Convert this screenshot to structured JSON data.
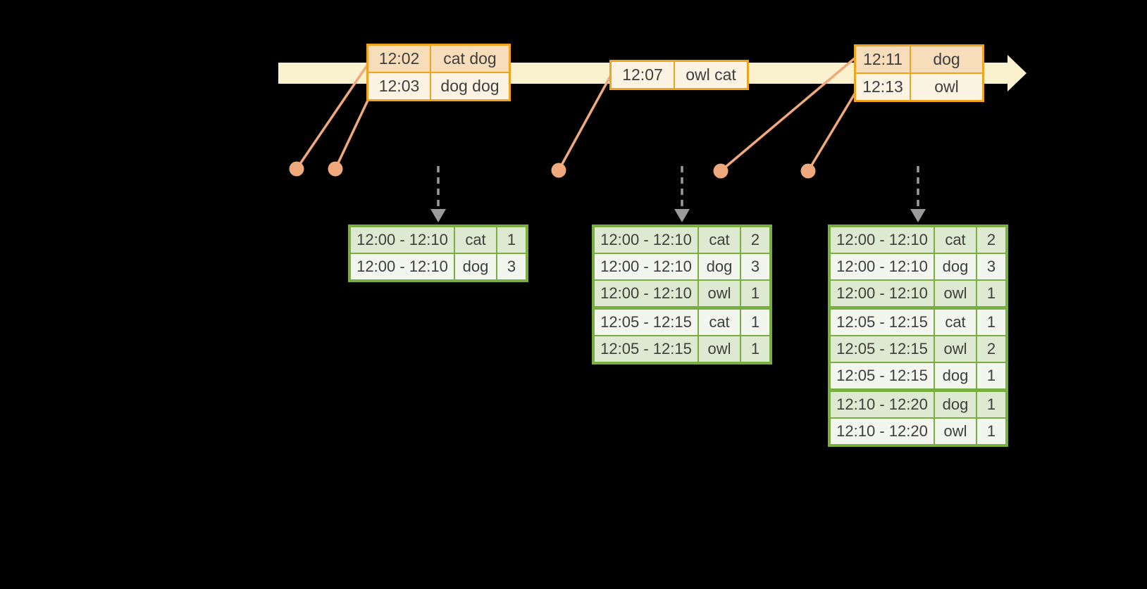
{
  "colors": {
    "background": "#000000",
    "timeline_band": "#FAF2CE",
    "event_table_border": "#F0A41E",
    "event_row_peach": "#F8DDBB",
    "event_row_cream": "#FDF3E3",
    "connector_salmon": "#F0A87D",
    "trigger_arrow_gray": "#9B9B9B",
    "result_table_border": "#79AE41",
    "result_row_sage": "#DEE9D2",
    "result_row_pale": "#F3F6EE",
    "table_text": "#3E3E3E"
  },
  "timeline": {
    "event_groups": [
      {
        "rows": [
          {
            "time": "12:02",
            "words": "cat dog"
          },
          {
            "time": "12:03",
            "words": "dog dog"
          }
        ]
      },
      {
        "rows": [
          {
            "time": "12:07",
            "words": "owl cat"
          }
        ]
      },
      {
        "rows": [
          {
            "time": "12:11",
            "words": "dog"
          },
          {
            "time": "12:13",
            "words": "owl"
          }
        ]
      }
    ]
  },
  "result_tables": [
    {
      "rows": [
        {
          "window": "12:00 - 12:10",
          "word": "cat",
          "count": "1"
        },
        {
          "window": "12:00 - 12:10",
          "word": "dog",
          "count": "3"
        }
      ]
    },
    {
      "rows": [
        {
          "window": "12:00 - 12:10",
          "word": "cat",
          "count": "2"
        },
        {
          "window": "12:00 - 12:10",
          "word": "dog",
          "count": "3"
        },
        {
          "window": "12:00 - 12:10",
          "word": "owl",
          "count": "1"
        },
        {
          "window": "12:05 - 12:15",
          "word": "cat",
          "count": "1"
        },
        {
          "window": "12:05 - 12:15",
          "word": "owl",
          "count": "1"
        }
      ]
    },
    {
      "rows": [
        {
          "window": "12:00 - 12:10",
          "word": "cat",
          "count": "2"
        },
        {
          "window": "12:00 - 12:10",
          "word": "dog",
          "count": "3"
        },
        {
          "window": "12:00 - 12:10",
          "word": "owl",
          "count": "1"
        },
        {
          "window": "12:05 - 12:15",
          "word": "cat",
          "count": "1"
        },
        {
          "window": "12:05 - 12:15",
          "word": "owl",
          "count": "2"
        },
        {
          "window": "12:05 - 12:15",
          "word": "dog",
          "count": "1"
        },
        {
          "window": "12:10 - 12:20",
          "word": "dog",
          "count": "1"
        },
        {
          "window": "12:10 - 12:20",
          "word": "owl",
          "count": "1"
        }
      ]
    }
  ]
}
